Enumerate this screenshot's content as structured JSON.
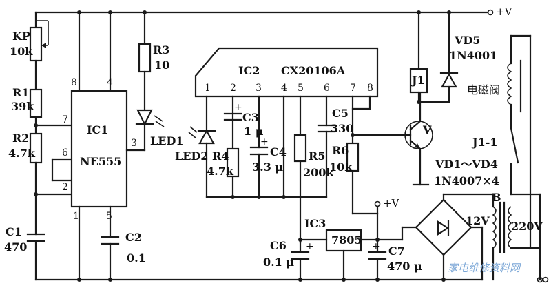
{
  "supply": {
    "main": "+V",
    "regulated": "+V"
  },
  "ic1": {
    "ref": "IC1",
    "part": "NE555",
    "pins": [
      "8",
      "4",
      "7",
      "6",
      "2",
      "3",
      "1",
      "5"
    ]
  },
  "ic2": {
    "ref": "IC2",
    "part": "CX20106A",
    "pins": [
      "1",
      "2",
      "3",
      "4",
      "5",
      "6",
      "7",
      "8"
    ]
  },
  "ic3": {
    "ref": "IC3",
    "part": "7805"
  },
  "kp": {
    "ref": "KP",
    "value": "10k"
  },
  "r1": {
    "ref": "R1",
    "value": "39k"
  },
  "r2": {
    "ref": "R2",
    "value": "4.7k"
  },
  "r3": {
    "ref": "R3",
    "value": "10"
  },
  "r4": {
    "ref": "R4",
    "value": "4.7k"
  },
  "r5": {
    "ref": "R5",
    "value": "200k"
  },
  "r6": {
    "ref": "R6",
    "value": "10k"
  },
  "c1": {
    "ref": "C1",
    "value": "470"
  },
  "c2": {
    "ref": "C2",
    "value": "0.1"
  },
  "c3": {
    "ref": "C3",
    "value": "1 μ"
  },
  "c4": {
    "ref": "C4",
    "value": "3.3 μ"
  },
  "c5": {
    "ref": "C5",
    "value": "330"
  },
  "c6": {
    "ref": "C6",
    "value": "0.1 μ"
  },
  "c7": {
    "ref": "C7",
    "value": "470 μ"
  },
  "led1": {
    "ref": "LED1"
  },
  "led2": {
    "ref": "LED2"
  },
  "vd5": {
    "ref": "VD5",
    "part": "1N4001"
  },
  "bridge": {
    "ref": "VD1～VD4",
    "part": "1N4007×4"
  },
  "relay": {
    "coil": "J1",
    "contact": "J1-1"
  },
  "transistor": {
    "ref": "V"
  },
  "valve": {
    "label": "电磁阀"
  },
  "transformer": {
    "ref": "B",
    "secondary": "12V",
    "primary": "220V"
  },
  "watermark": "家电维修资料网",
  "colors": {
    "ink": "#1a1a1a",
    "paper": "#ffffff",
    "watermark": "#7aa6d6"
  }
}
